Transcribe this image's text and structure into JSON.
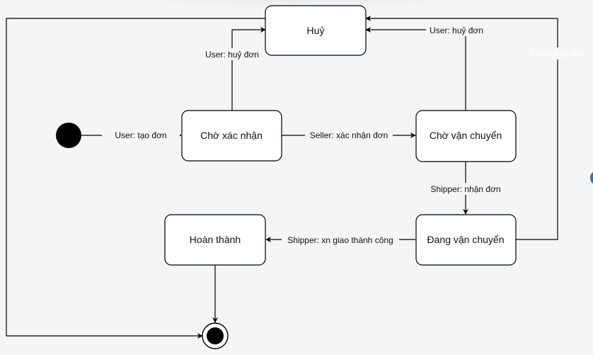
{
  "colors": {
    "background": "#f4f5f6",
    "node_fill": "#ffffff",
    "stroke": "#000000",
    "text": "#111111",
    "side_dot": "#3a6fb8"
  },
  "nodes": {
    "cancel": "Huỷ",
    "pending_confirmation": "Chờ xác nhận",
    "awaiting_shipment": "Chờ vận chuyển",
    "shipping": "Đang vận chuyển",
    "completed": "Hoàn thành"
  },
  "edges": {
    "create_order": "User: tạo đơn",
    "seller_confirm": "Seller: xác nhận đơn",
    "shipper_pickup": "Shipper: nhận đơn",
    "shipper_delivered": "Shipper: xn giao thành công",
    "user_cancel_from_pending": "User: huỷ đơn",
    "user_cancel_from_awaiting": "User: huỷ đơn",
    "user_cancel_from_shipping": "User: huỷ đơn"
  }
}
